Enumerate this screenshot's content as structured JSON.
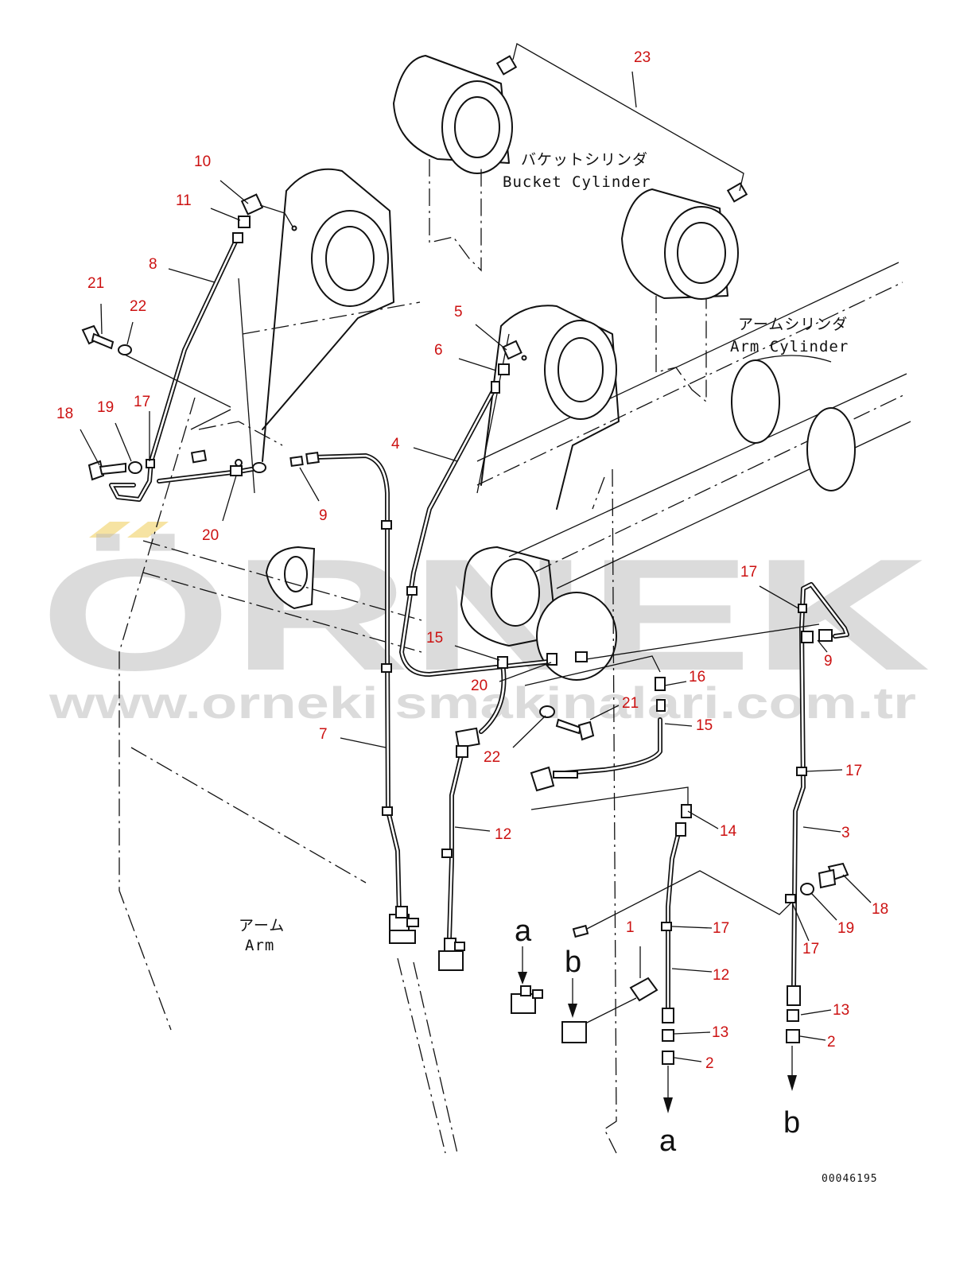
{
  "labels": {
    "bucket_cylinder_jp": "バケットシリンダ",
    "bucket_cylinder_en": "Bucket Cylinder",
    "arm_cylinder_jp": "アームシリンダ",
    "arm_cylinder_en": "Arm Cylinder",
    "arm_jp": "アーム",
    "arm_en": "Arm",
    "drawing_code": "00046195"
  },
  "watermark": {
    "brand": "ÖRNEK",
    "url": "www.orneki smakinalari.com.tr",
    "color": "#b9b9b9",
    "accent": "#f2d77a"
  },
  "part_numbers": {
    "n23": "23",
    "n10": "10",
    "n11": "11",
    "n8": "8",
    "n21a": "21",
    "n22a": "22",
    "n18a": "18",
    "n19a": "19",
    "n17a": "17",
    "n20a": "20",
    "n9a": "9",
    "n5": "5",
    "n6": "6",
    "n4": "4",
    "n7": "7",
    "n15a": "15",
    "n20b": "20",
    "n21b": "21",
    "n22b": "22",
    "n16": "16",
    "n15b": "15",
    "n12a": "12",
    "n14": "14",
    "n17b": "17",
    "n9b": "9",
    "n17c": "17",
    "n3": "3",
    "n18b": "18",
    "n19b": "19",
    "n17d": "17",
    "n17e": "17",
    "n12b": "12",
    "n1": "1",
    "n13a": "13",
    "n2a": "2",
    "n13b": "13",
    "n2b": "2"
  },
  "flow_letters": {
    "a_top": "a",
    "b_top": "b",
    "a_bottom": "a",
    "b_bottom": "b"
  },
  "colors": {
    "callout": "#cc1111",
    "line": "#111111"
  }
}
